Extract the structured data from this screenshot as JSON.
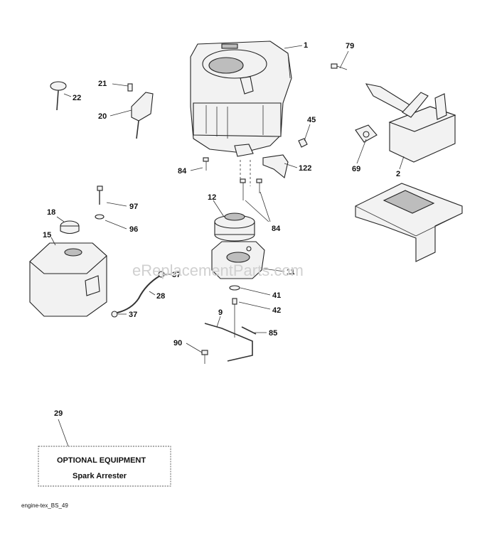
{
  "watermark": "eReplacementParts.com",
  "callouts": {
    "c1": "1",
    "c79": "79",
    "c21": "21",
    "c22": "22",
    "c20": "20",
    "c45": "45",
    "c69": "69",
    "c2": "2",
    "c84a": "84",
    "c122": "122",
    "c12": "12",
    "c84b": "84",
    "c97": "97",
    "c18": "18",
    "c96": "96",
    "c15": "15",
    "c37a": "37",
    "c28": "28",
    "c37b": "37",
    "c11": "11",
    "c41": "41",
    "c42": "42",
    "c9": "9",
    "c85": "85",
    "c90": "90",
    "c29": "29"
  },
  "optional_box": {
    "title": "OPTIONAL EQUIPMENT",
    "item": "Spark Arrester"
  },
  "drawing_code": "engine-tex_BS_49"
}
